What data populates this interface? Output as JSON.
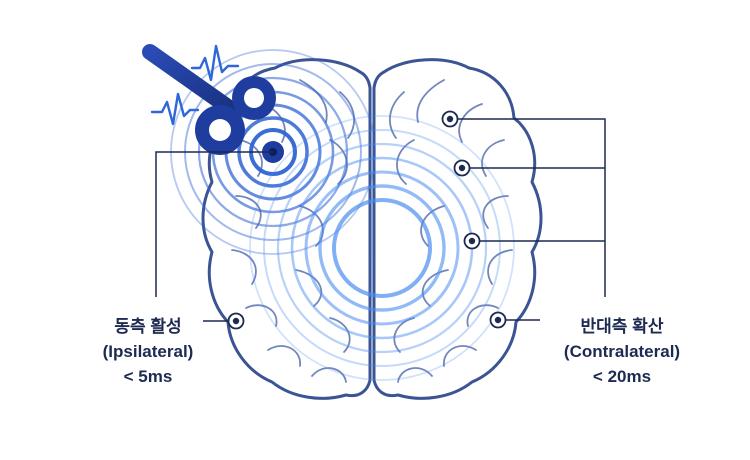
{
  "ipsilateral": {
    "title": "동측 활성",
    "subtitle": "(Ipsilateral)",
    "timing": "< 5ms"
  },
  "contralateral": {
    "title": "반대측 확산",
    "subtitle": "(Contralateral)",
    "timing": "< 20ms"
  },
  "colors": {
    "brain_outline": "#3a5494",
    "stimulator": "#1f3d9e",
    "wave": "#3b7be0",
    "label_text": "#1d2a52",
    "spark": "#2f66d8"
  },
  "icons": [
    "brain-icon",
    "stimulator-coil-icon",
    "electric-spark-icon",
    "measurement-point-icon"
  ]
}
